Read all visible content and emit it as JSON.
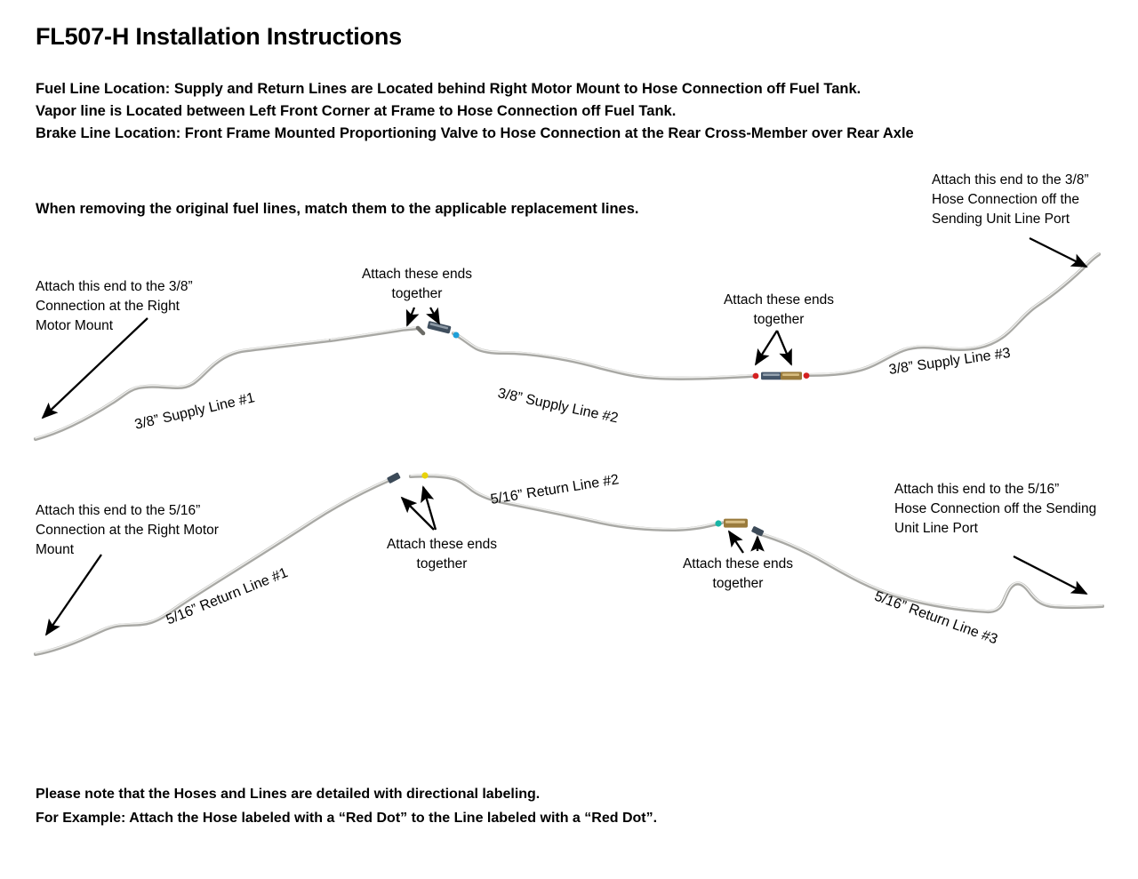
{
  "document": {
    "title": "FL507-H Installation Instructions",
    "intro_lines": [
      "Fuel Line Location:  Supply and Return Lines are Located behind Right Motor Mount to Hose Connection off Fuel Tank.",
      "Vapor line is Located between Left Front Corner at Frame to Hose Connection off Fuel Tank.",
      "Brake Line Location: Front Frame Mounted Proportioning Valve to Hose Connection at the Rear Cross-Member over Rear Axle"
    ],
    "emphasis": "When removing the original fuel lines, match them to the applicable replacement lines.",
    "footer_lines": [
      "Please note that the Hoses and Lines are detailed with directional labeling.",
      "For Example: Attach the Hose labeled with a “Red Dot” to the Line labeled with a “Red Dot”."
    ]
  },
  "callouts": {
    "supply_left": {
      "l1": "Attach this end to the 3/8”",
      "l2": "Connection at the Right",
      "l3": "Motor Mount"
    },
    "supply_mid1": {
      "l1": "Attach these ends",
      "l2": "together"
    },
    "supply_mid2": {
      "l1": "Attach these ends",
      "l2": "together"
    },
    "supply_right": {
      "l1": "Attach this end to the 3/8”",
      "l2": "Hose Connection off the",
      "l3": "Sending Unit Line Port"
    },
    "return_left": {
      "l1": "Attach this end to the 5/16”",
      "l2": "Connection at the Right Motor",
      "l3": "Mount"
    },
    "return_mid1": {
      "l1": "Attach these ends",
      "l2": "together"
    },
    "return_mid2": {
      "l1": "Attach these ends",
      "l2": "together"
    },
    "return_right": {
      "l1": "Attach this end to the 5/16”",
      "l2": "Hose Connection off the Sending",
      "l3": "Unit Line Port"
    }
  },
  "line_labels": {
    "supply1": "3/8” Supply Line #1",
    "supply2": "3/8” Supply Line #2",
    "supply3": "3/8” Supply Line #3",
    "return1": "5/16” Return Line #1",
    "return2": "5/16” Return Line #2",
    "return3": "5/16” Return Line #3"
  },
  "colors": {
    "tube": "#a8a8a4",
    "tube_highlight": "#e8e8e6",
    "fitting_steel": "#4a5a6a",
    "fitting_brass": "#9a7b3c",
    "dot_blue": "#1e9fd8",
    "dot_red": "#d42020",
    "dot_yellow": "#e8d20a",
    "dot_teal": "#18b5a6",
    "arrow": "#000000",
    "text": "#000000",
    "background": "#ffffff"
  },
  "dot_markers": [
    {
      "name": "supply-line-2-blue-dot",
      "color": "#1e9fd8"
    },
    {
      "name": "supply-line-2-red-dot",
      "color": "#d42020"
    },
    {
      "name": "supply-line-3-red-dot",
      "color": "#d42020"
    },
    {
      "name": "return-line-2-yellow-dot",
      "color": "#e8d20a"
    },
    {
      "name": "return-line-2-teal-dot",
      "color": "#18b5a6"
    }
  ]
}
